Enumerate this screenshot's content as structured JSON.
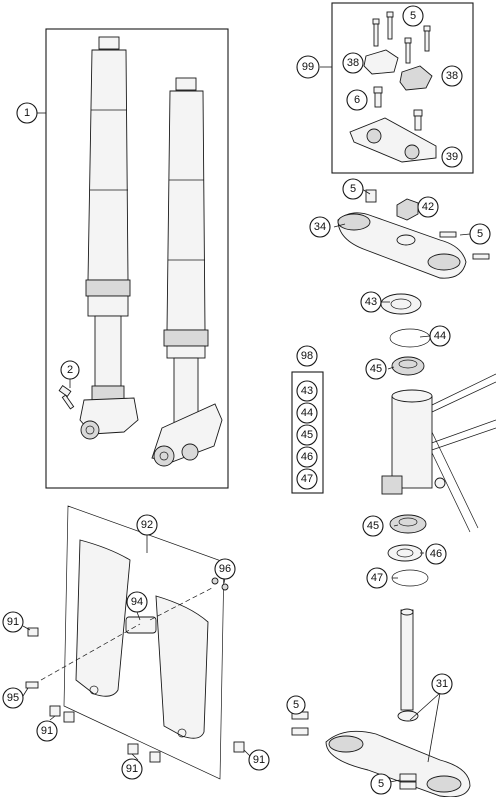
{
  "callouts": {
    "c1": "1",
    "c2": "2",
    "c5a": "5",
    "c99": "99",
    "c38a": "38",
    "c38b": "38",
    "c6": "6",
    "c39": "39",
    "c5b": "5",
    "c42": "42",
    "c34": "34",
    "c5c": "5",
    "c43a": "43",
    "c44a": "44",
    "c98": "98",
    "c45a": "45",
    "k43": "43",
    "k44": "44",
    "k45": "45",
    "k46": "46",
    "k47": "47",
    "c45b": "45",
    "c46": "46",
    "c47": "47",
    "c92": "92",
    "c96": "96",
    "c94": "94",
    "c91a": "91",
    "c95": "95",
    "c91b": "91",
    "c91c": "91",
    "c91d": "91",
    "c31": "31",
    "c5d": "5",
    "c5e": "5"
  },
  "colors": {
    "line": "#1a1a1a",
    "fill": "#f4f4f4",
    "shade": "#d9d9d9"
  }
}
